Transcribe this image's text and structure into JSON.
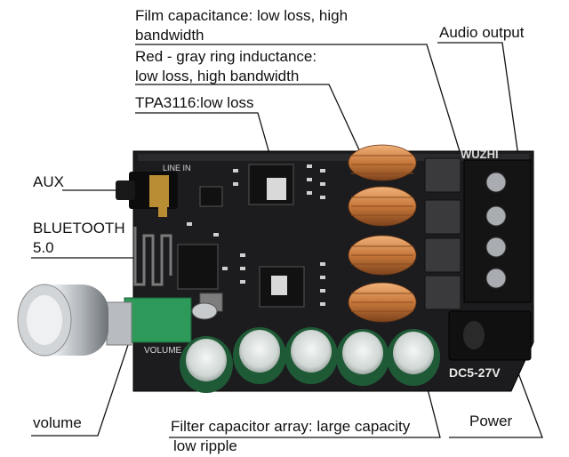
{
  "labels": {
    "film_line1": "Film capacitance: low loss, high",
    "film_line2": "bandwidth",
    "red_line1": "Red - gray ring inductance:",
    "red_line2": "low loss, high bandwidth",
    "tpa": "TPA3116:low loss",
    "audio_output": "Audio output",
    "aux": "AUX",
    "bluetooth_line1": "BLUETOOTH",
    "bluetooth_line2": "5.0",
    "volume": "volume",
    "filter_line1": "Filter capacitor array: large capacity",
    "filter_line2": "low ripple",
    "power": "Power"
  },
  "board_marks": {
    "brand": "WUZHI",
    "line_in": "LINE IN",
    "volume_mark": "VOLUME",
    "voltage": "DC5-27V"
  },
  "colors": {
    "board": "#1c1c1e",
    "inductor_copper": "#c7783a",
    "capacitor_green": "#1f5a36",
    "capacitor_silver": "#d8dedb",
    "pot_green": "#2e9a5a",
    "knob_silver": "#bfc3c7"
  }
}
